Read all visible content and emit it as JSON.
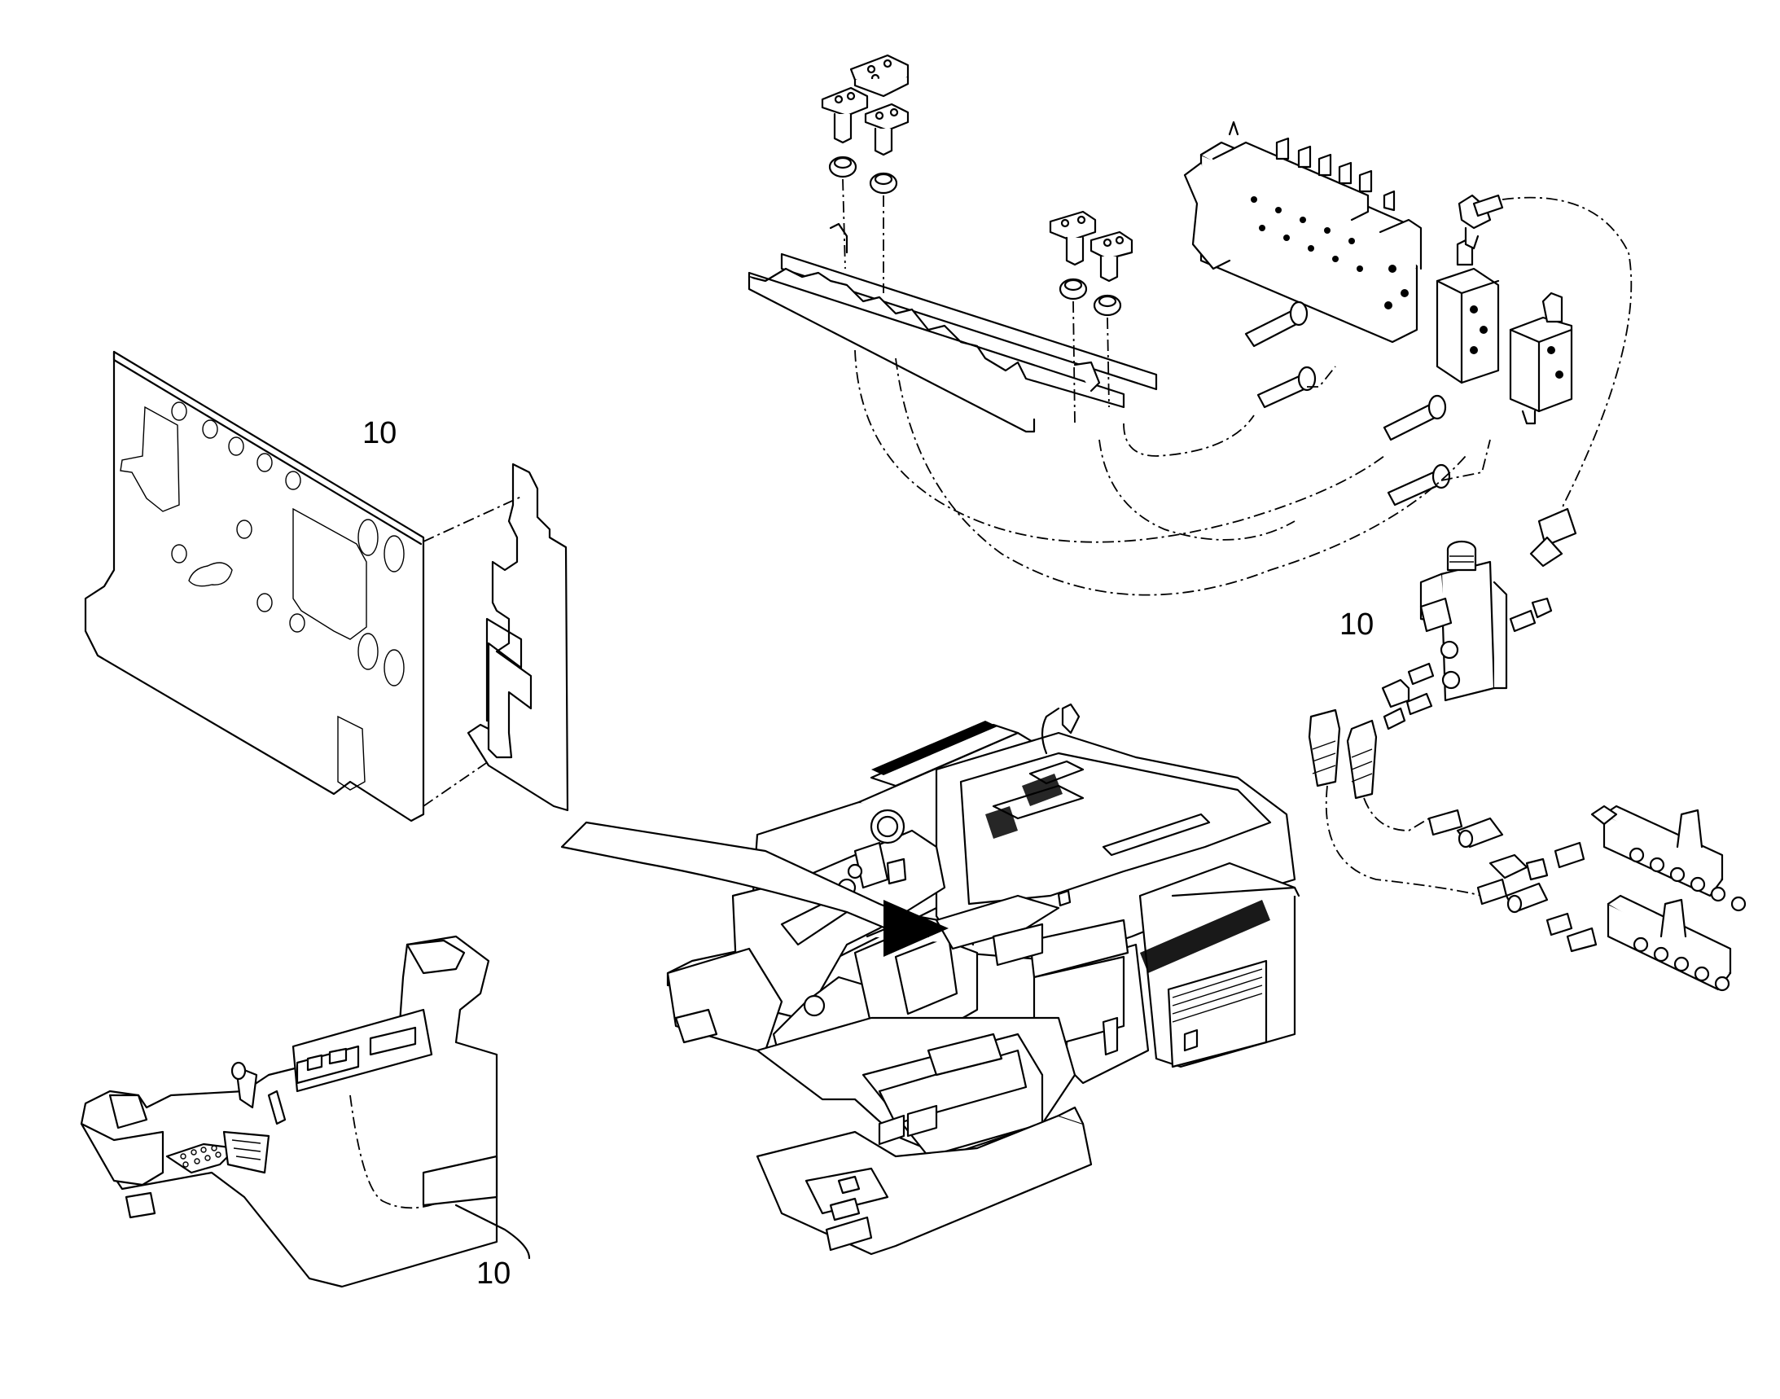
{
  "diagram": {
    "callouts": [
      {
        "id": "panel",
        "text": "10"
      },
      {
        "id": "valve",
        "text": "10"
      },
      {
        "id": "console",
        "text": "10"
      }
    ]
  }
}
